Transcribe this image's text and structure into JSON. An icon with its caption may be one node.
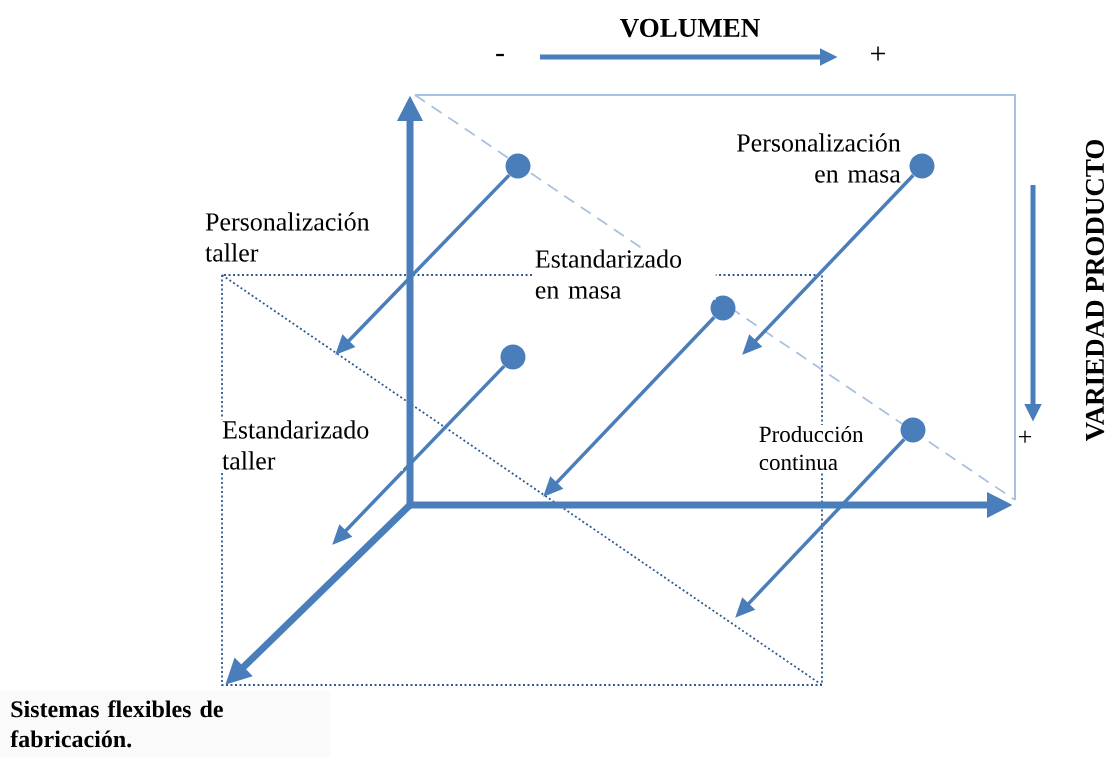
{
  "diagram": {
    "caption": "Sistemas flexibles de fabricación.",
    "nodes": [
      {
        "text": [],
        "shape": "circle"
      },
      {
        "text": [],
        "shape": "circle",
        "beside": [
          "Personalización en masa"
        ]
      },
      {
        "text": [],
        "shape": "circle",
        "beside": [
          "Estandarizado en masa"
        ]
      },
      {
        "text": [],
        "shape": "circle"
      },
      {
        "text": [],
        "shape": "circle",
        "beside": [
          "Producción continua"
        ]
      }
    ],
    "edges": [
      {
        "from": 0,
        "to": null,
        "arrow": "to"
      },
      {
        "from": 1,
        "to": null,
        "arrow": "to"
      },
      {
        "from": 2,
        "to": null,
        "arrow": "to"
      },
      {
        "from": 3,
        "to": null,
        "arrow": "to"
      },
      {
        "from": 4,
        "to": null,
        "arrow": "to"
      }
    ],
    "labels": [
      "VOLUMEN",
      "-",
      "+",
      "VARIEDAD PRODUCTO",
      "Personalización taller",
      "Estandarizado taller",
      "+"
    ]
  }
}
